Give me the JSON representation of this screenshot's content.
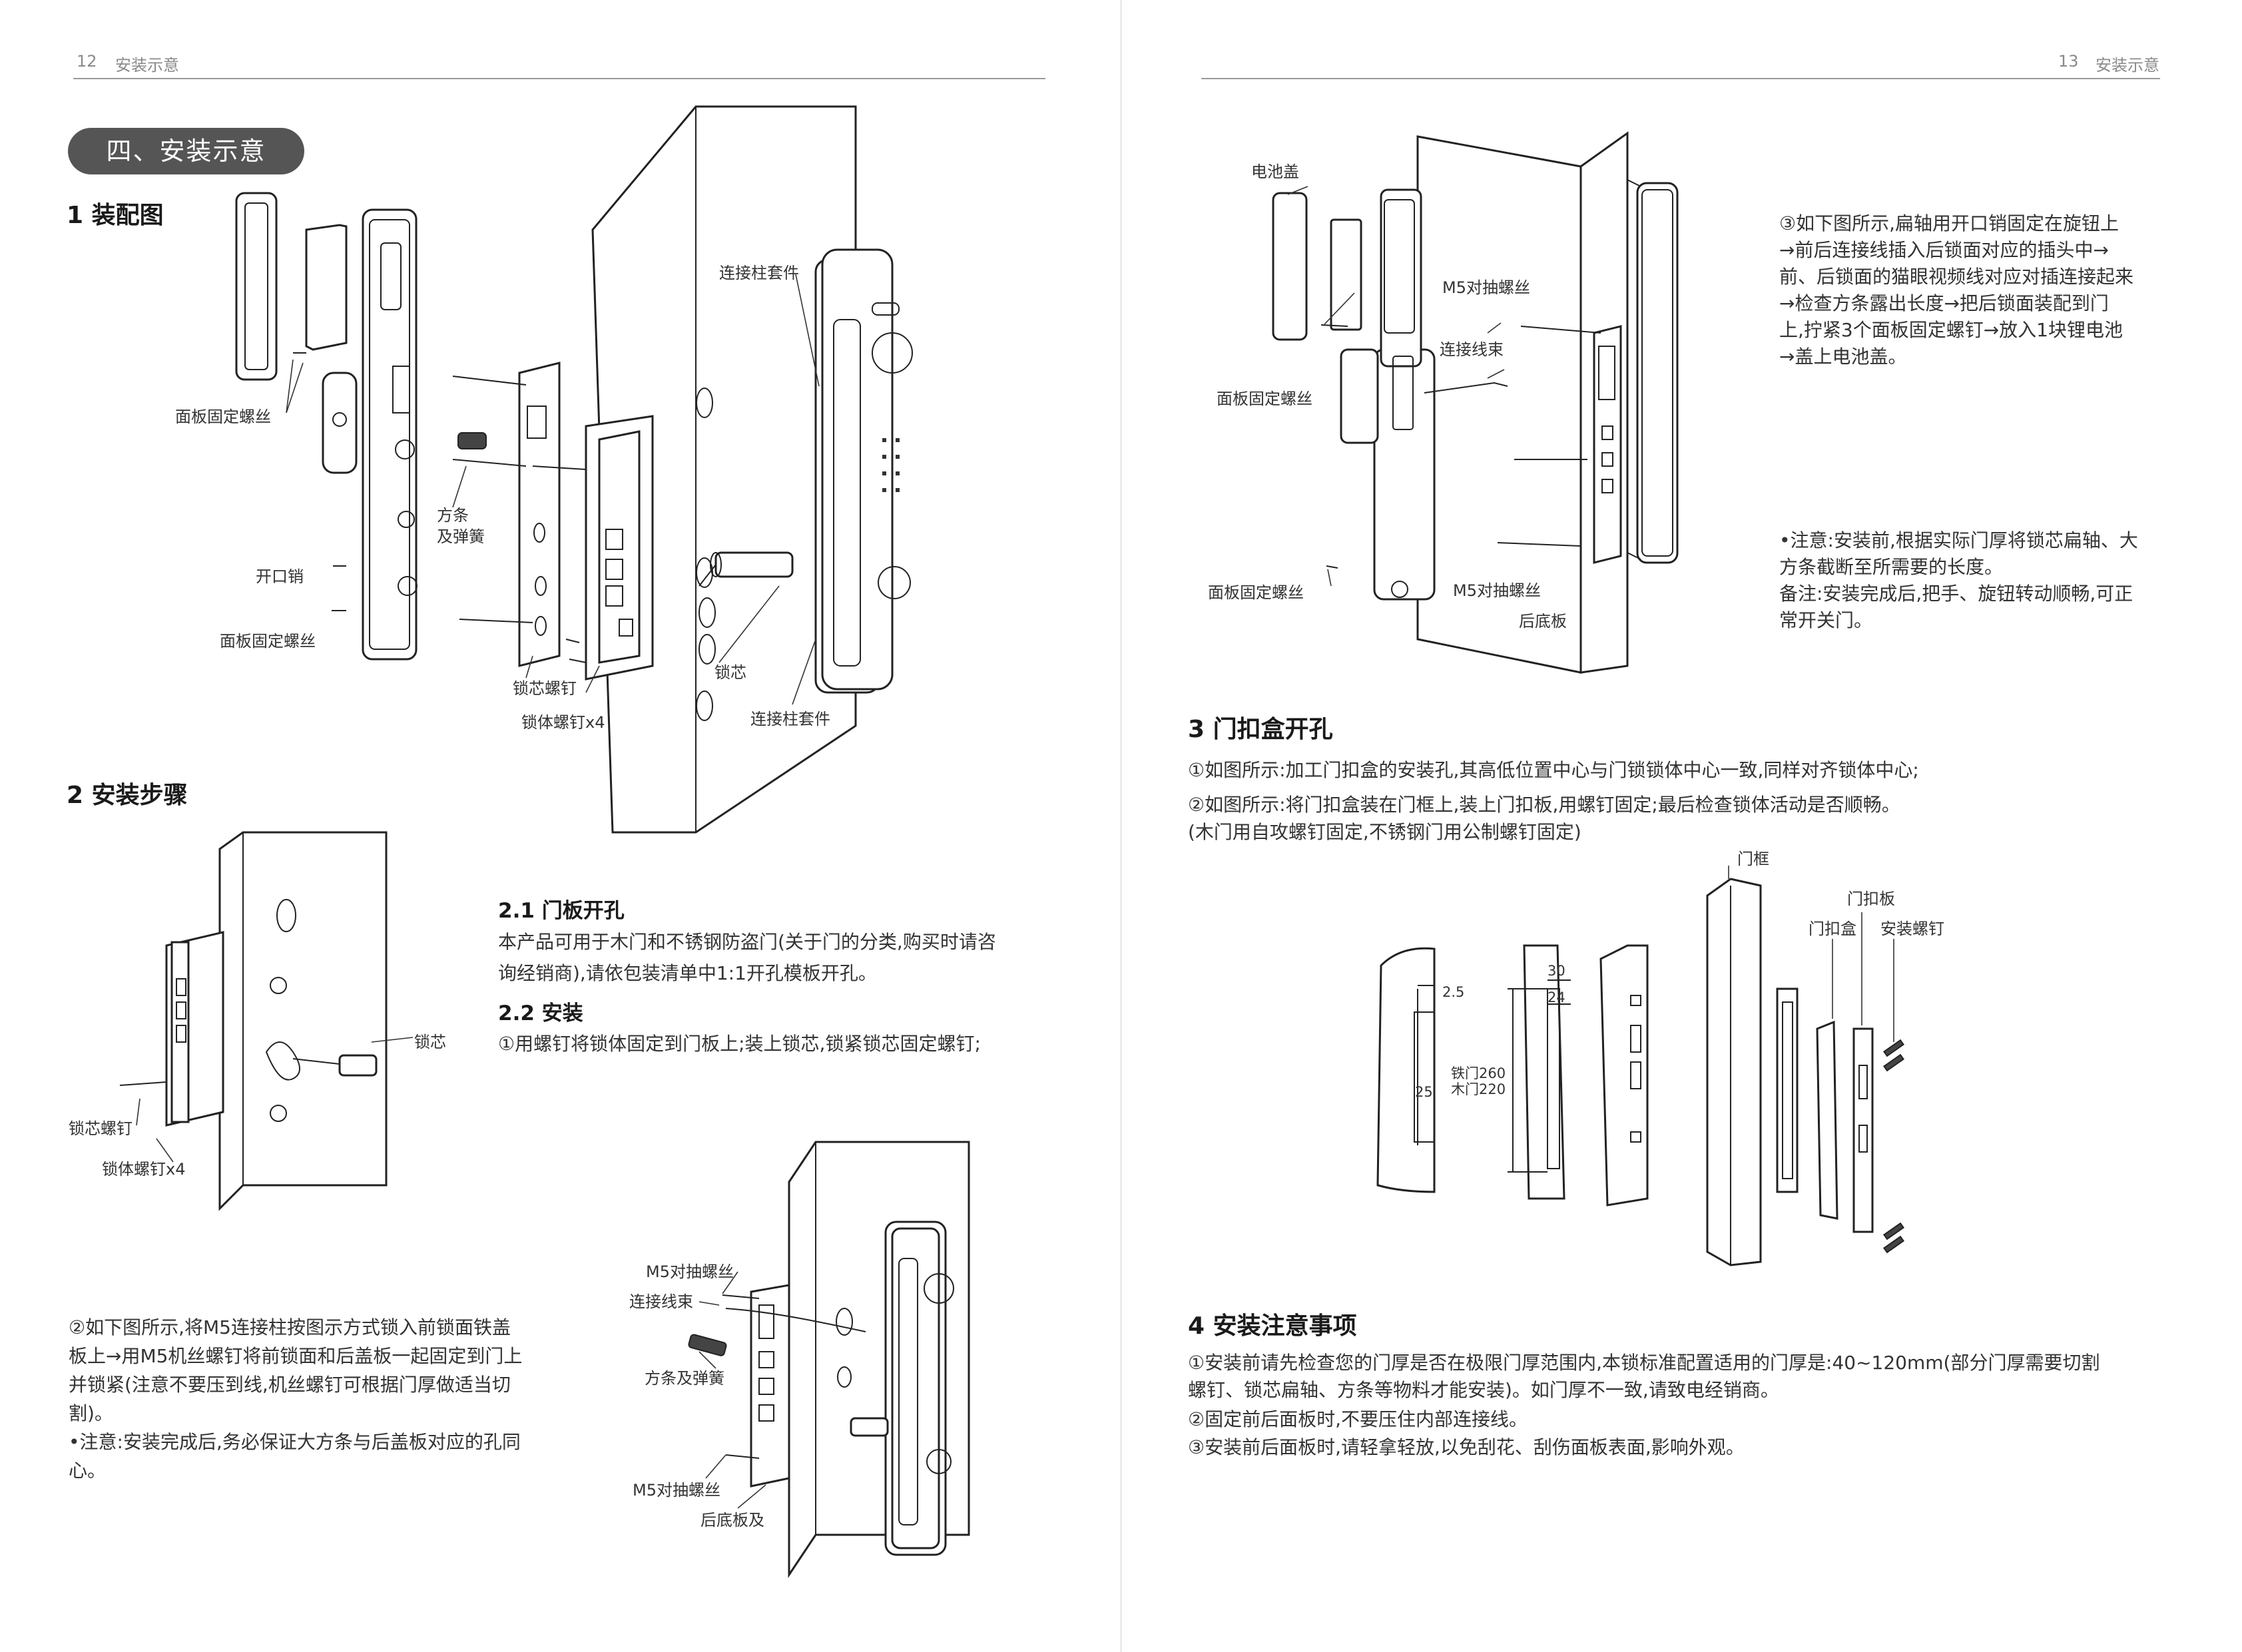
{
  "left_page": {
    "header": {
      "page_number": "12",
      "title": "安装示意"
    },
    "section_pill": "四、安装示意",
    "assembly": {
      "title": "1 装配图",
      "labels": {
        "panel_screw_top": "面板固定螺丝",
        "cotter_pin": "开口销",
        "panel_screw_bottom": "面板固定螺丝",
        "spindle_spring_1": "方条",
        "spindle_spring_2": "及弹簧",
        "cylinder_screw": "锁芯螺钉",
        "body_screw": "锁体螺钉x4",
        "cylinder": "锁芯",
        "post_sleeve_top": "连接柱套件",
        "post_sleeve_bottom": "连接柱套件"
      }
    },
    "install_steps": {
      "title": "2 安装步骤",
      "drill_title": "2.1 门板开孔",
      "drill_text_1": "本产品可用于木门和不锈钢防盗门(关于门的分类,购买时请咨",
      "drill_text_2": "询经销商),请依包装清单中1:1开孔模板开孔。",
      "install_title": "2.2 安装",
      "install_text": "①用螺钉将锁体固定到门板上;装上锁芯,锁紧锁芯固定螺钉;",
      "fig1_labels": {
        "cylinder": "锁芯",
        "cylinder_screw": "锁芯螺钉",
        "body_screw": "锁体螺钉x4"
      },
      "step2_lines": [
        "②如下图所示,将M5连接柱按图示方式锁入前锁面铁盖",
        "板上→用M5机丝螺钉将前锁面和后盖板一起固定到门上",
        "并锁紧(注意不要压到线,机丝螺钉可根据门厚做适当切",
        "割)。"
      ],
      "note_lines": [
        "•注意:安装完成后,务必保证大方条与后盖板对应的孔同",
        "心。"
      ],
      "fig2_labels": {
        "m5_screw_top": "M5对抽螺丝",
        "cable": "连接线束",
        "spindle_spring": "方条及弹簧",
        "m5_screw_bottom": "M5对抽螺丝",
        "back_plate": "后底板及"
      }
    }
  },
  "right_page": {
    "header": {
      "page_number": "13",
      "title": "安装示意"
    },
    "fig3_labels": {
      "battery_cover": "电池盖",
      "m5_screw_top": "M5对抽螺丝",
      "cable": "连接线束",
      "panel_screw_top": "面板固定螺丝",
      "panel_screw_bottom": "面板固定螺丝",
      "m5_screw_bottom": "M5对抽螺丝",
      "back_plate": "后底板"
    },
    "step3_lines": [
      "③如下图所示,扁轴用开口销固定在旋钮上",
      "→前后连接线插入后锁面对应的插头中→",
      "前、后锁面的猫眼视频线对应对插连接起来",
      "→检查方条露出长度→把后锁面装配到门",
      "上,拧紧3个面板固定螺钉→放入1块锂电池",
      "→盖上电池盖。"
    ],
    "note_lines": [
      "•注意:安装前,根据实际门厚将锁芯扁轴、大",
      "方条截断至所需要的长度。",
      "备注:安装完成后,把手、旋钮转动顺畅,可正",
      "常开关门。"
    ],
    "strike": {
      "title": "3 门扣盒开孔",
      "line1": "①如图所示:加工门扣盒的安装孔,其高低位置中心与门锁锁体中心一致,同样对齐锁体中心;",
      "line2": "②如图所示:将门扣盒装在门框上,装上门扣板,用螺钉固定;最后检查锁体活动是否顺畅。",
      "line3": "(木门用自攻螺钉固定,不锈钢门用公制螺钉固定)",
      "labels": {
        "frame": "门框",
        "strike_plate": "门扣板",
        "strike_box": "门扣盒",
        "screw": "安装螺钉",
        "dim_2_5": "2.5",
        "dim_25": "25",
        "dim_30": "30",
        "dim_24": "24",
        "iron_door": "铁门260",
        "wood_door": "木门220"
      }
    },
    "notes": {
      "title": "4 安装注意事项",
      "lines": [
        "①安装前请先检查您的门厚是否在极限门厚范围内,本锁标准配置适用的门厚是:40~120mm(部分门厚需要切割",
        "螺钉、锁芯扁轴、方条等物料才能安装)。如门厚不一致,请致电经销商。",
        "②固定前后面板时,不要压住内部连接线。",
        "③安装前后面板时,请轻拿轻放,以免刮花、刮伤面板表面,影响外观。"
      ]
    }
  }
}
